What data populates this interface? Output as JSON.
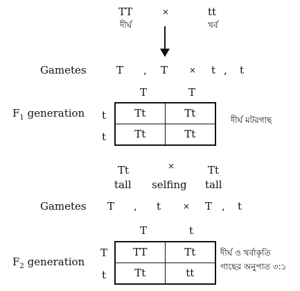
{
  "parents": {
    "left_genotype": "TT",
    "left_trait": "দীর্ঘ",
    "cross": "×",
    "right_genotype": "tt",
    "right_trait": "খর্ব"
  },
  "gametes1": {
    "label": "Gametes",
    "g1": "T",
    "sep1": ",",
    "g2": "T",
    "cross": "×",
    "g3": "t",
    "sep2": ",",
    "g4": "t"
  },
  "f1": {
    "label_main": "F",
    "label_sub": "1",
    "label_rest": " generation",
    "col_headers": [
      "T",
      "T"
    ],
    "row_headers": [
      "t",
      "t"
    ],
    "cells": [
      [
        "Tt",
        "Tt"
      ],
      [
        "Tt",
        "Tt"
      ]
    ],
    "note": "দীর্ঘ মটরগাছ"
  },
  "selfing": {
    "left_genotype": "Tt",
    "left_trait": "tall",
    "cross": "×",
    "middle": "selfing",
    "right_genotype": "Tt",
    "right_trait": "tall"
  },
  "gametes2": {
    "label": "Gametes",
    "g1": "T",
    "sep1": ",",
    "g2": "t",
    "cross": "×",
    "g3": "T",
    "sep2": ",",
    "g4": "t"
  },
  "f2": {
    "label_main": "F",
    "label_sub": "2",
    "label_rest": " generation",
    "col_headers": [
      "T",
      "t"
    ],
    "row_headers": [
      "T",
      "t"
    ],
    "cells": [
      [
        "TT",
        "Tt"
      ],
      [
        "Tt",
        "tt"
      ]
    ],
    "note_line1": "দীর্ঘ ও খর্বাকৃতি",
    "note_line2": "গাছের অনুপাত ৩:১"
  }
}
